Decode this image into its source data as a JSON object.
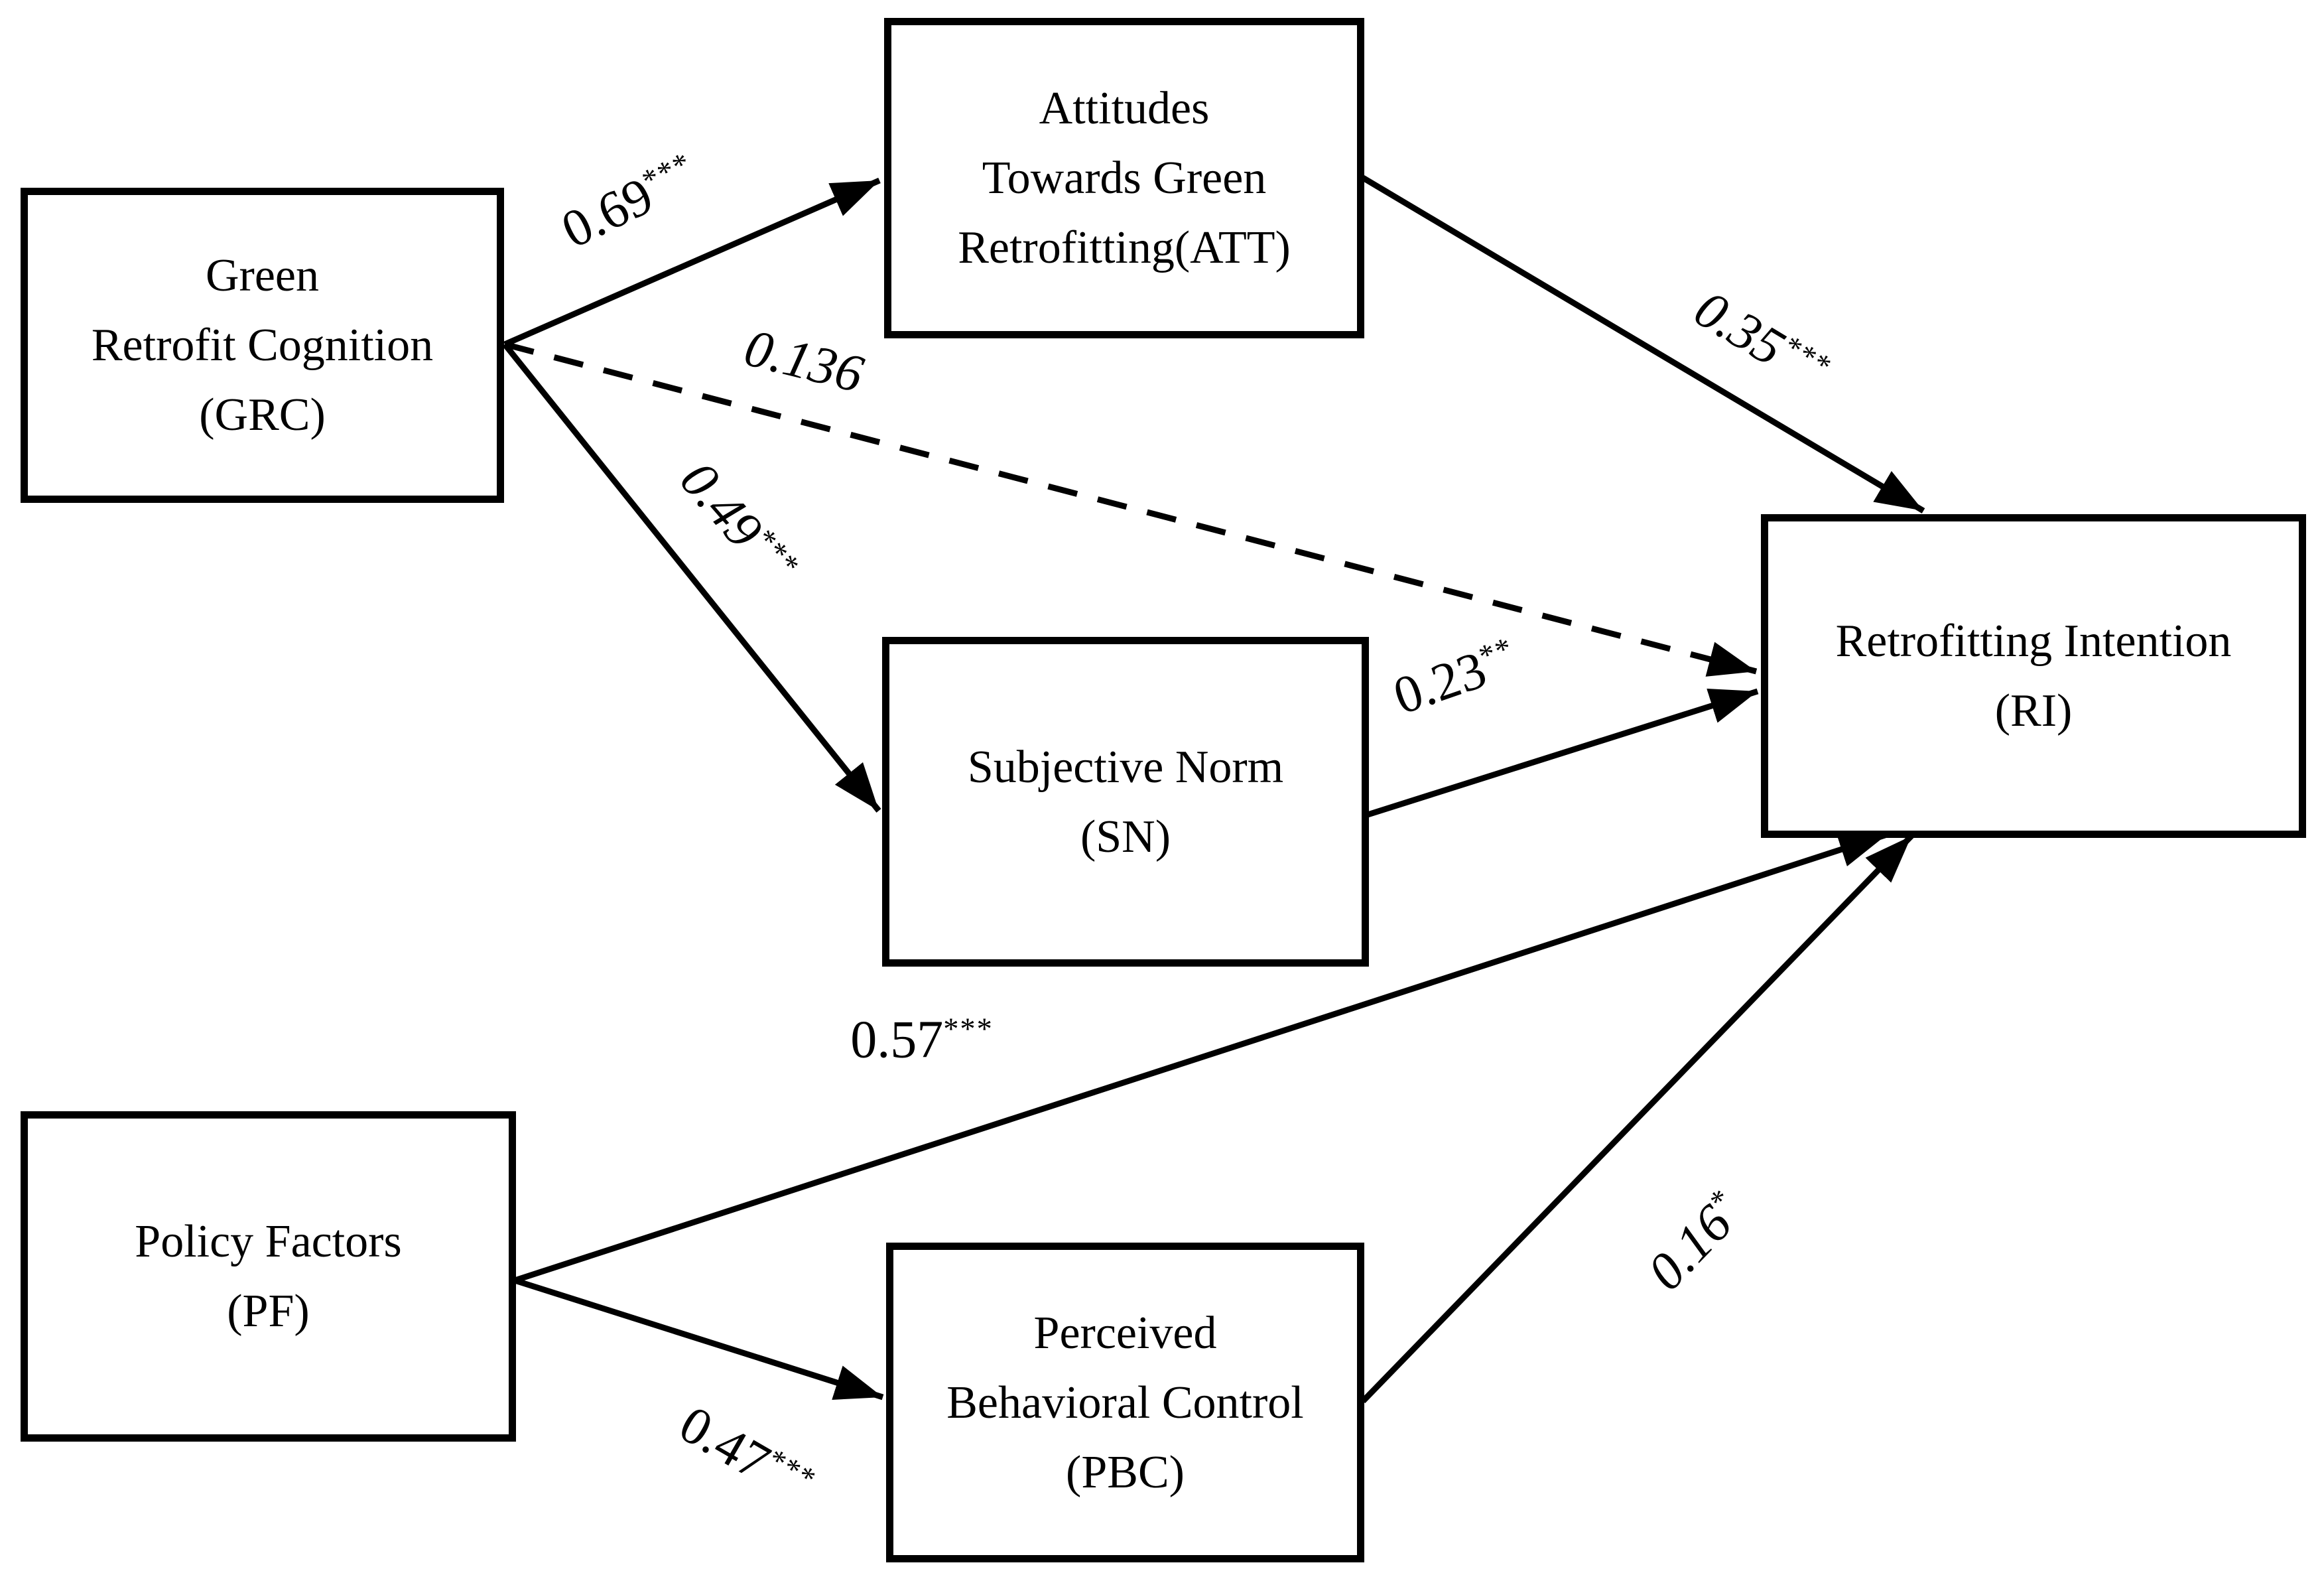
{
  "diagram": {
    "type": "path-model",
    "colors": {
      "line": "#000000",
      "background": "#ffffff",
      "text": "#000000"
    },
    "nodes": {
      "grc": {
        "abbr": "GRC",
        "lines": [
          "Green",
          "Retrofit Cognition",
          "(GRC)"
        ]
      },
      "att": {
        "abbr": "ATT",
        "lines": [
          "Attitudes",
          "Towards Green",
          "Retrofitting(ATT)"
        ]
      },
      "sn": {
        "abbr": "SN",
        "lines": [
          "Subjective Norm",
          "(SN)"
        ]
      },
      "pf": {
        "abbr": "PF",
        "lines": [
          "Policy Factors",
          "(PF)"
        ]
      },
      "pbc": {
        "abbr": "PBC",
        "lines": [
          "Perceived",
          "Behavioral Control",
          "(PBC)"
        ]
      },
      "ri": {
        "abbr": "RI",
        "lines": [
          "Retrofitting Intention",
          "(RI)"
        ]
      }
    },
    "paths": [
      {
        "from": "GRC",
        "to": "ATT",
        "coefficient": "0.69",
        "significance": "***",
        "style": "solid"
      },
      {
        "from": "GRC",
        "to": "RI",
        "coefficient": "0.136",
        "significance": "",
        "style": "dashed"
      },
      {
        "from": "GRC",
        "to": "SN",
        "coefficient": "0.49",
        "significance": "***",
        "style": "solid"
      },
      {
        "from": "ATT",
        "to": "RI",
        "coefficient": "0.35",
        "significance": "***",
        "style": "solid"
      },
      {
        "from": "SN",
        "to": "RI",
        "coefficient": "0.23",
        "significance": "**",
        "style": "solid"
      },
      {
        "from": "PF",
        "to": "RI",
        "coefficient": "0.57",
        "significance": "***",
        "style": "solid"
      },
      {
        "from": "PF",
        "to": "PBC",
        "coefficient": "0.47",
        "significance": "***",
        "style": "solid"
      },
      {
        "from": "PBC",
        "to": "RI",
        "coefficient": "0.16",
        "significance": "*",
        "style": "solid"
      }
    ]
  }
}
